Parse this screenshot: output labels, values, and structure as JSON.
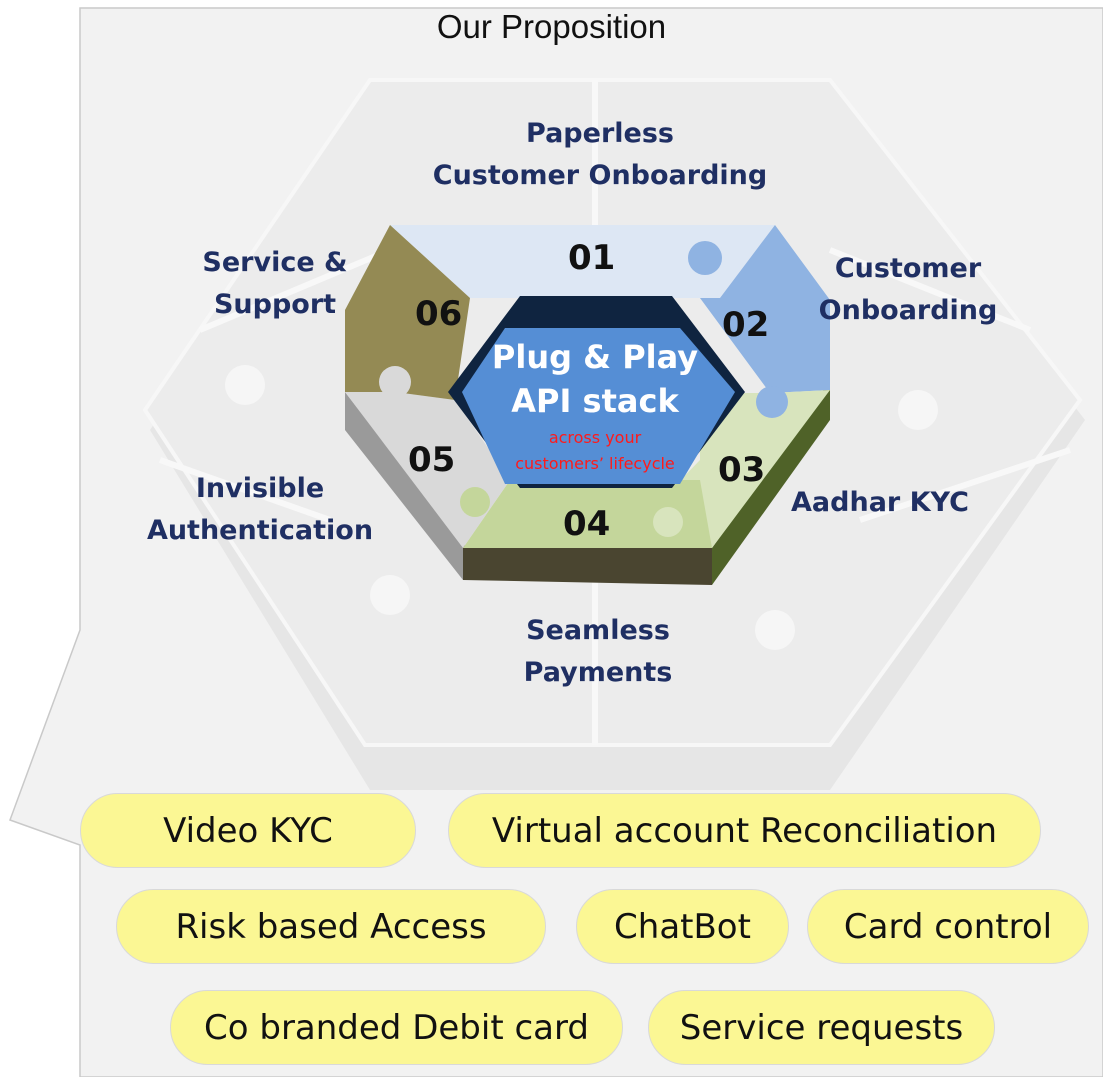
{
  "title": "Our Proposition",
  "center": {
    "main": "Plug & Play\nAPI stack",
    "sub": "across your\ncustomers’ lifecycle"
  },
  "segments": [
    {
      "number": "01",
      "label": "Paperless\nCustomer Onboarding",
      "color": "#dde7f4"
    },
    {
      "number": "02",
      "label": "Customer\nOnboarding",
      "color": "#8fb3e2"
    },
    {
      "number": "03",
      "label": "Aadhar KYC",
      "color": "#d8e4bd"
    },
    {
      "number": "04",
      "label": "Seamless\nPayments",
      "color": "#c4d69b"
    },
    {
      "number": "05",
      "label": "Invisible\nAuthentication",
      "color": "#d9d9d9"
    },
    {
      "number": "06",
      "label": "Service &\nSupport",
      "color": "#948a54"
    }
  ],
  "features": [
    "Video KYC",
    "Virtual account Reconciliation",
    "Risk based Access",
    "ChatBot",
    "Card control",
    "Co branded Debit card",
    "Service requests"
  ],
  "colors": {
    "label_text": "#1f2f63",
    "center_fill": "#558ed5",
    "center_sub_text": "#ff1a1a",
    "pill_fill": "#fbf794"
  }
}
